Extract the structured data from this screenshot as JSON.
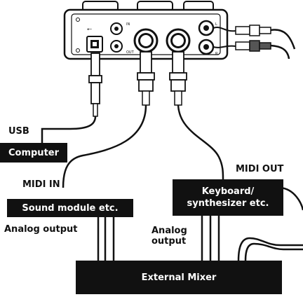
{
  "labels": {
    "usb": "USB",
    "midi_in": "MIDI IN",
    "midi_out": "MIDI OUT",
    "analog_output_left": "Analog output",
    "analog_output_right_line1": "Analog",
    "analog_output_right_line2": "output"
  },
  "boxes": {
    "computer": "Computer",
    "sound_module": "Sound module etc.",
    "keyboard_line1": "Keyboard/",
    "keyboard_line2": "synthesizer etc.",
    "external_mixer": "External Mixer"
  },
  "device_panel": {
    "in_label": "IN",
    "out_label": "OUT",
    "l_label": "L",
    "r_label": "R"
  },
  "colors": {
    "ink": "#111111",
    "panel": "#ffffff",
    "cable": "#111111"
  }
}
